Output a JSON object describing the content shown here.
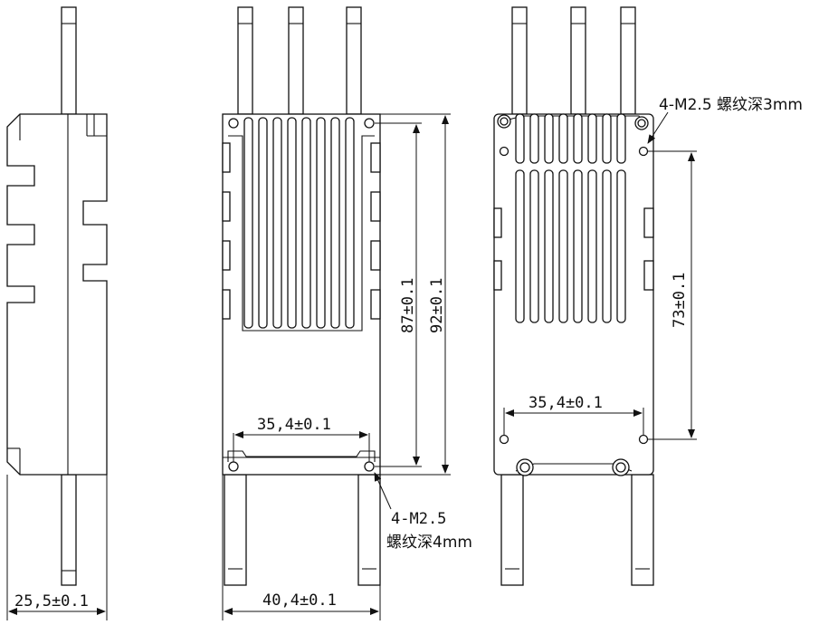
{
  "views": {
    "side": {
      "width_label": "25,5±0.1"
    },
    "top": {
      "width_label": "40,4±0.1",
      "hole_pitch_label": "35,4±0.1",
      "inner_height_label": "87±0.1",
      "outer_height_label": "92±0.1",
      "thread_note_line1": "4-M2.5",
      "thread_note_line2": "螺纹深4mm"
    },
    "bottom": {
      "hole_pitch_label": "35,4±0.1",
      "hole_height_label": "73±0.1",
      "thread_note": "4-M2.5 螺纹深3mm"
    }
  }
}
